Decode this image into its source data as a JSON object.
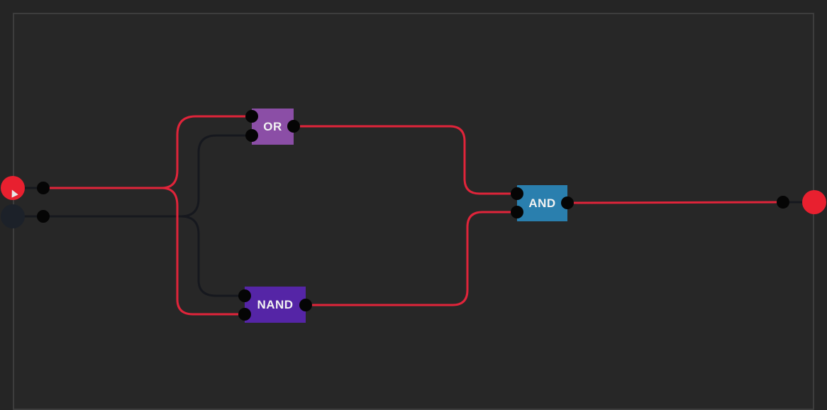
{
  "colors": {
    "background": "#252525",
    "workspace": "#272727",
    "wire_on": "#e0243a",
    "wire_off": "#16181e",
    "input_on": "#e8202f",
    "input_off": "#1c2129",
    "pin": "#050505",
    "gate_or": "#8b4ea6",
    "gate_nand": "#5525a6",
    "gate_and": "#2a7fae"
  },
  "inputs": [
    {
      "id": "input-a",
      "state": "on"
    },
    {
      "id": "input-b",
      "state": "off"
    }
  ],
  "gates": [
    {
      "id": "or",
      "label": "OR"
    },
    {
      "id": "nand",
      "label": "NAND"
    },
    {
      "id": "and",
      "label": "AND"
    }
  ],
  "output": {
    "state": "on"
  }
}
